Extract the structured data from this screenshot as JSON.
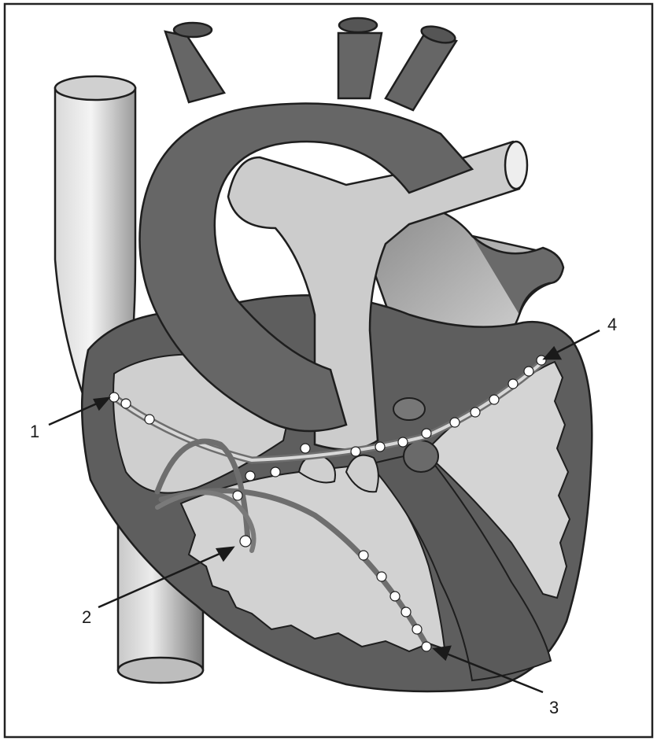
{
  "figure": {
    "callouts": [
      {
        "id": "1",
        "label": "1"
      },
      {
        "id": "2",
        "label": "2"
      },
      {
        "id": "3",
        "label": "3"
      },
      {
        "id": "4",
        "label": "4"
      }
    ],
    "colors": {
      "frame": "#222222",
      "dark_tissue": "#5e5e5e",
      "mid_tissue": "#8c8c8c",
      "light_chamber": "#cfcfcf",
      "pale_vessel": "#e4e4e4",
      "outline": "#1e1e1e",
      "electrode": "#ffffff"
    }
  }
}
